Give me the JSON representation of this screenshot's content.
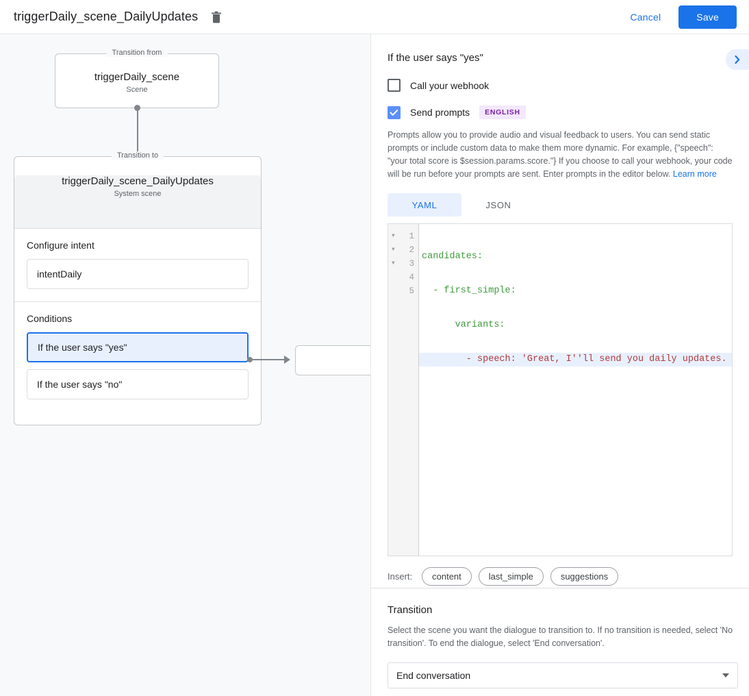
{
  "topbar": {
    "title": "triggerDaily_scene_DailyUpdates",
    "delete_icon": "trash-icon",
    "cancel_label": "Cancel",
    "save_label": "Save"
  },
  "graph": {
    "from_node": {
      "legend": "Transition from",
      "title": "triggerDaily_scene",
      "subtitle": "Scene"
    },
    "to_node": {
      "legend": "Transition to",
      "title": "triggerDaily_scene_DailyUpdates",
      "subtitle": "System scene"
    },
    "intent_section_label": "Configure intent",
    "intent_value": "intentDaily",
    "conditions_section_label": "Conditions",
    "conditions": [
      {
        "label": "If the user says \"yes\"",
        "selected": true
      },
      {
        "label": "If the user says \"no\"",
        "selected": false
      }
    ]
  },
  "panel": {
    "title": "If the user says \"yes\"",
    "expand_icon": "chevron-right-icon",
    "webhook": {
      "label": "Call your webhook",
      "checked": false
    },
    "prompts": {
      "label": "Send prompts",
      "checked": true,
      "language_badge": "ENGLISH",
      "description": "Prompts allow you to provide audio and visual feedback to users. You can send static prompts or include custom data to make them more dynamic. For example, {\"speech\": \"your total score is $session.params.score.\"} If you choose to call your webhook, your code will be run before your prompts are sent. Enter prompts in the editor below.",
      "learn_more_label": "Learn more"
    },
    "tabs": [
      {
        "label": "YAML",
        "active": true
      },
      {
        "label": "JSON",
        "active": false
      }
    ],
    "editor": {
      "lines": [
        {
          "num": "1",
          "fold": true,
          "highlight": false,
          "text": "candidates:"
        },
        {
          "num": "2",
          "fold": true,
          "highlight": false,
          "text": "  - first_simple:"
        },
        {
          "num": "3",
          "fold": true,
          "highlight": false,
          "text": "      variants:"
        },
        {
          "num": "4",
          "fold": false,
          "highlight": true,
          "text": "        - speech: 'Great, I''ll send you daily updates."
        },
        {
          "num": "5",
          "fold": false,
          "highlight": false,
          "text": ""
        }
      ]
    },
    "insert": {
      "label": "Insert:",
      "chips": [
        "content",
        "last_simple",
        "suggestions"
      ]
    },
    "transition": {
      "title": "Transition",
      "description": "Select the scene you want the dialogue to transition to. If no transition is needed, select 'No transition'. To end the dialogue, select 'End conversation'.",
      "selected_value": "End conversation",
      "caret_icon": "chevron-down-icon"
    }
  },
  "colors": {
    "accent": "#1a73e8",
    "checkbox_checked": "#5b8ff9",
    "badge_bg": "#f3e8fd",
    "badge_text": "#7b1fa2",
    "canvas_bg": "#f8f9fa"
  }
}
